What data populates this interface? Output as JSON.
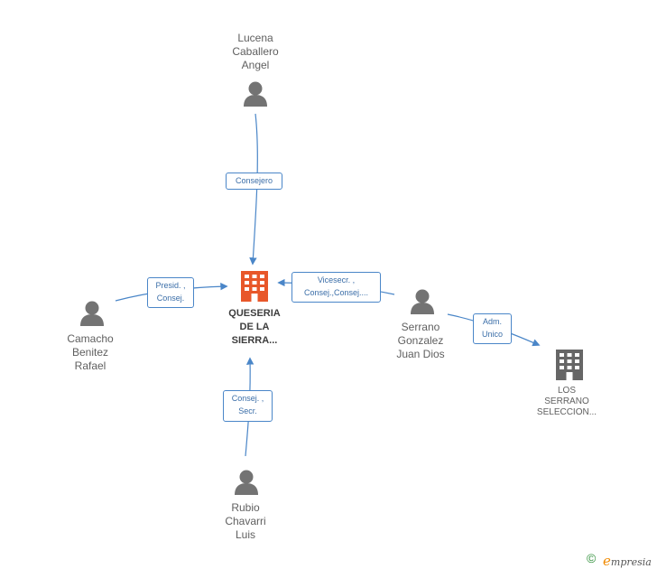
{
  "company": {
    "name_lines": [
      "QUESERIA",
      "DE LA",
      "SIERRA..."
    ],
    "color": "#e8572a"
  },
  "related_company": {
    "name_lines": [
      "LOS",
      "SERRANO",
      "SELECCION..."
    ],
    "color": "#666666"
  },
  "people": [
    {
      "id": "lucena",
      "name_lines": [
        "Lucena",
        "Caballero",
        "Angel"
      ]
    },
    {
      "id": "camacho",
      "name_lines": [
        "Camacho",
        "Benitez",
        "Rafael"
      ]
    },
    {
      "id": "serrano",
      "name_lines": [
        "Serrano",
        "Gonzalez",
        "Juan Dios"
      ]
    },
    {
      "id": "rubio",
      "name_lines": [
        "Rubio",
        "Chavarri",
        "Luis"
      ]
    }
  ],
  "edges": [
    {
      "id": "lucena-company",
      "label_lines": [
        "Consejero"
      ]
    },
    {
      "id": "camacho-company",
      "label_lines": [
        "Presid. ,",
        "Consej."
      ]
    },
    {
      "id": "serrano-company",
      "label_lines": [
        "Vicesecr. ,",
        "Consej.,Consej...."
      ]
    },
    {
      "id": "rubio-company",
      "label_lines": [
        "Consej. ,",
        "Secr."
      ]
    },
    {
      "id": "serrano-los-serrano",
      "label_lines": [
        "Adm.",
        "Unico"
      ]
    }
  ],
  "footer": {
    "copyright_symbol": "©",
    "brand_initial": "e",
    "brand_rest": "mpresia"
  },
  "colors": {
    "edge": "#4a86c8",
    "person_icon": "#737373",
    "label_text": "#5f5f5f"
  }
}
